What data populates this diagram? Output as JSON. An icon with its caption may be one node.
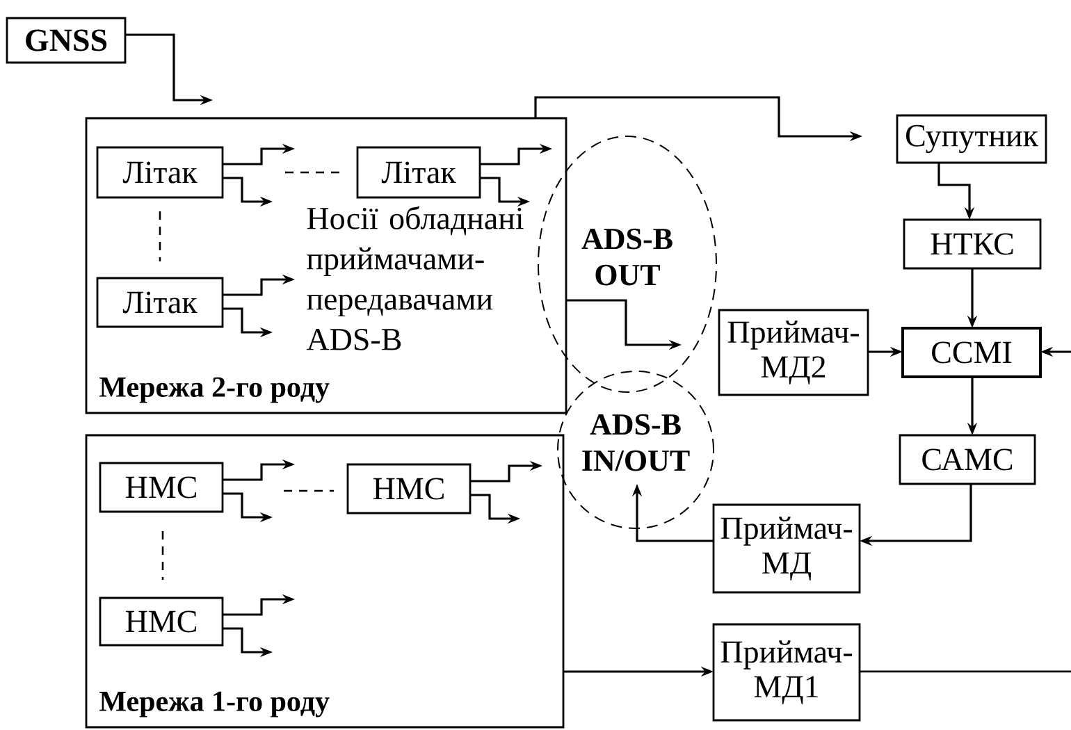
{
  "diagram": {
    "nodes": [
      {
        "text": [
          "GNSS"
        ]
      },
      {
        "text": [
          "Носії обладнані приймачами-передавачами ADS-B",
          "Мережа 2-го роду"
        ]
      },
      {
        "text": [
          "Літак"
        ],
        "in": 1
      },
      {
        "text": [
          "Літак"
        ],
        "in": 1
      },
      {
        "text": [
          "Літак"
        ],
        "in": 1
      },
      {
        "text": [
          "ADS-B OUT"
        ]
      },
      {
        "text": [
          "Мережа 1-го роду"
        ]
      },
      {
        "text": [
          "НМС"
        ],
        "in": 6
      },
      {
        "text": [
          "НМС"
        ],
        "in": 6
      },
      {
        "text": [
          "НМС"
        ],
        "in": 6
      },
      {
        "text": [
          "ADS-B IN/OUT"
        ]
      },
      {
        "text": [
          "Супутник"
        ]
      },
      {
        "text": [
          "НТКС"
        ]
      },
      {
        "text": [
          "Приймач-МД2"
        ]
      },
      {
        "text": [
          "ССМІ"
        ]
      },
      {
        "text": [
          "САМС"
        ]
      },
      {
        "text": [
          "Приймач-МД"
        ]
      },
      {
        "text": [
          "Приймач-МД1"
        ]
      }
    ],
    "edges": [
      {
        "from": 0,
        "to": 1,
        "arrow": "to"
      },
      {
        "from": 2,
        "to": null,
        "arrow": "to"
      },
      {
        "from": 2,
        "to": null,
        "arrow": "to"
      },
      {
        "from": 3,
        "to": null,
        "arrow": "to"
      },
      {
        "from": 3,
        "to": null,
        "arrow": "to"
      },
      {
        "from": 4,
        "to": null,
        "arrow": "to"
      },
      {
        "from": 4,
        "to": null,
        "arrow": "to"
      },
      {
        "from": 2,
        "to": 3,
        "arrow": "none",
        "style": "dashed"
      },
      {
        "from": 2,
        "to": 4,
        "arrow": "none",
        "style": "dashed"
      },
      {
        "from": 7,
        "to": null,
        "arrow": "to"
      },
      {
        "from": 7,
        "to": null,
        "arrow": "to"
      },
      {
        "from": 8,
        "to": null,
        "arrow": "to"
      },
      {
        "from": 8,
        "to": null,
        "arrow": "to"
      },
      {
        "from": 9,
        "to": null,
        "arrow": "to"
      },
      {
        "from": 9,
        "to": null,
        "arrow": "to"
      },
      {
        "from": 7,
        "to": 8,
        "arrow": "none",
        "style": "dashed"
      },
      {
        "from": 7,
        "to": 9,
        "arrow": "none",
        "style": "dashed"
      },
      {
        "from": 1,
        "to": 11,
        "arrow": "to"
      },
      {
        "from": 1,
        "to": 5,
        "arrow": "to"
      },
      {
        "from": 11,
        "to": 12,
        "arrow": "to"
      },
      {
        "from": 12,
        "to": 14,
        "arrow": "to"
      },
      {
        "from": 13,
        "to": 14,
        "arrow": "to"
      },
      {
        "from": null,
        "to": 14,
        "arrow": "to"
      },
      {
        "from": 14,
        "to": 15,
        "arrow": "to"
      },
      {
        "from": 15,
        "to": 16,
        "arrow": "to"
      },
      {
        "from": 16,
        "to": 10,
        "arrow": "to"
      },
      {
        "from": 6,
        "to": 17,
        "arrow": "to"
      },
      {
        "from": 17,
        "to": null,
        "arrow": "none"
      }
    ]
  }
}
